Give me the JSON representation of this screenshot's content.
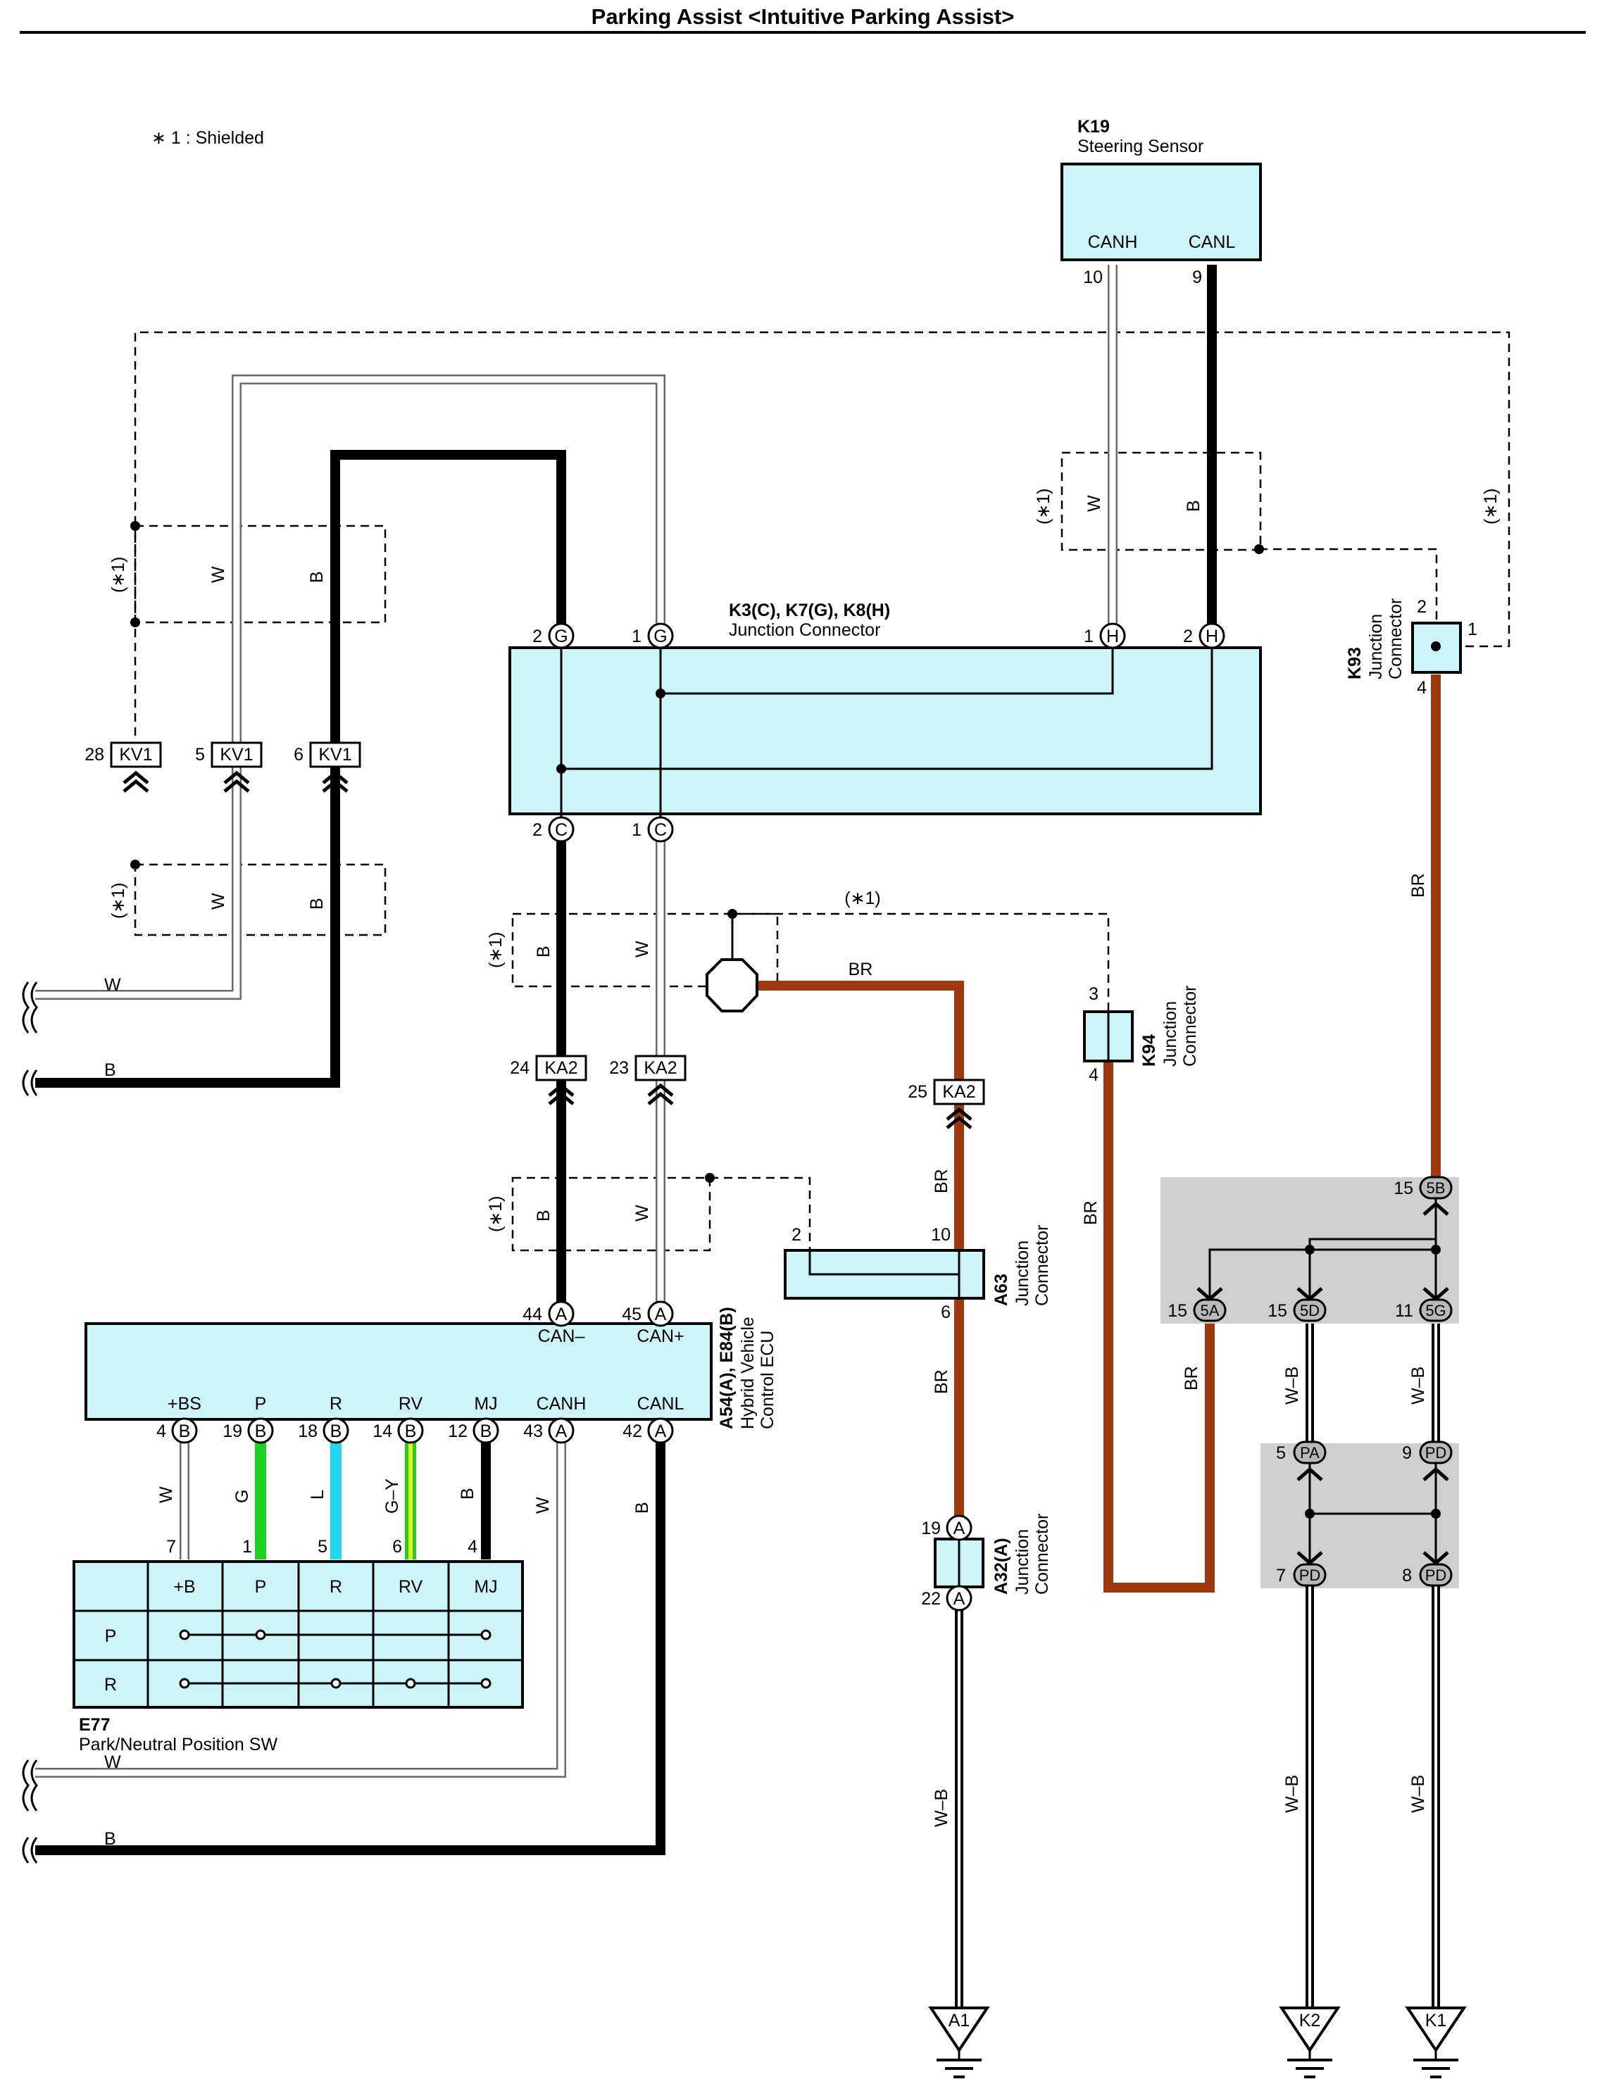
{
  "title": "Parking Assist <Intuitive Parking Assist>",
  "note": "∗ 1 : Shielded",
  "shield_mark": "(∗1)",
  "components": {
    "k19": {
      "code": "K19",
      "name": "Steering Sensor",
      "canh": "CANH",
      "canl": "CANL",
      "pin_canh": "10",
      "pin_canl": "9"
    },
    "junction_k3": {
      "code": "K3(C), K7(G), K8(H)",
      "name": "Junction Connector",
      "pin_g2": "2",
      "pin_g1": "1",
      "pin_h1": "1",
      "pin_h2": "2",
      "pin_c2": "2",
      "pin_c1": "1",
      "letter_g": "G",
      "letter_h": "H",
      "letter_c": "C"
    },
    "k93": {
      "code": "K93",
      "name1": "Junction",
      "name2": "Connector",
      "pin2": "2",
      "pin1": "1",
      "pin4": "4"
    },
    "k94": {
      "code": "K94",
      "name1": "Junction",
      "name2": "Connector",
      "pin3": "3",
      "pin4": "4"
    },
    "a63": {
      "code": "A63",
      "name1": "Junction",
      "name2": "Connector",
      "pin2": "2",
      "pin10": "10",
      "pin6": "6"
    },
    "a32": {
      "code": "A32(A)",
      "name1": "Junction",
      "name2": "Connector",
      "pin19": "19",
      "pin22": "22",
      "letter": "A"
    },
    "ecu": {
      "code": "A54(A), E84(B)",
      "name1": "Hybrid Vehicle",
      "name2": "Control ECU",
      "can_minus": "CAN–",
      "can_plus": "CAN+",
      "pin44": "44",
      "pin45": "45",
      "letter_a": "A",
      "letter_b": "B",
      "bottom": [
        {
          "label": "+BS",
          "pin": "4",
          "letter": "B"
        },
        {
          "label": "P",
          "pin": "19",
          "letter": "B"
        },
        {
          "label": "R",
          "pin": "18",
          "letter": "B"
        },
        {
          "label": "RV",
          "pin": "14",
          "letter": "B"
        },
        {
          "label": "MJ",
          "pin": "12",
          "letter": "B"
        },
        {
          "label": "CANH",
          "pin": "43",
          "letter": "A"
        },
        {
          "label": "CANL",
          "pin": "42",
          "letter": "A"
        }
      ]
    },
    "e77": {
      "code": "E77",
      "name": "Park/Neutral Position SW",
      "cols": [
        "+B",
        "P",
        "R",
        "RV",
        "MJ"
      ],
      "rows": [
        "P",
        "R"
      ],
      "pins": [
        "7",
        "1",
        "5",
        "6",
        "4"
      ]
    }
  },
  "connectors": {
    "kv1": [
      {
        "pin": "28",
        "name": "KV1"
      },
      {
        "pin": "5",
        "name": "KV1"
      },
      {
        "pin": "6",
        "name": "KV1"
      }
    ],
    "ka2": [
      {
        "pin": "24",
        "name": "KA2"
      },
      {
        "pin": "23",
        "name": "KA2"
      },
      {
        "pin": "25",
        "name": "KA2"
      }
    ],
    "jb_upper": [
      {
        "pin": "15",
        "name": "5B"
      },
      {
        "pin": "15",
        "name": "5A"
      },
      {
        "pin": "15",
        "name": "5D"
      },
      {
        "pin": "11",
        "name": "5G"
      }
    ],
    "jb_lower": [
      {
        "pin": "5",
        "name": "PA"
      },
      {
        "pin": "9",
        "name": "PD"
      },
      {
        "pin": "7",
        "name": "PD"
      },
      {
        "pin": "8",
        "name": "PD"
      }
    ]
  },
  "wire_colors": {
    "w": "W",
    "b": "B",
    "br": "BR",
    "wb": "W–B",
    "g": "G",
    "l": "L",
    "gy": "G–Y"
  },
  "grounds": [
    "A1",
    "K2",
    "K1"
  ],
  "colors": {
    "component_fill": "#ccf5f7",
    "brown_wire": "#a0380e",
    "green_wire": "#1fd11f",
    "blue_wire": "#1fd8f0",
    "gy_wire": "#c8e61e",
    "junction_block": "#cfcfcf"
  }
}
